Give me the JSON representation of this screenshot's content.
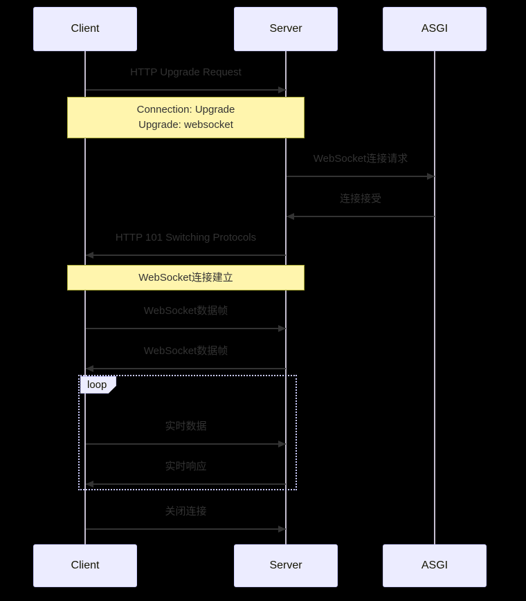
{
  "diagram": {
    "type": "sequence-diagram",
    "background_color": "#000000",
    "actor_fill": "#ECECFF",
    "actor_stroke": "#CCCCFF",
    "note_fill": "#FFF5AD",
    "note_stroke": "#AAAA33",
    "line_color": "#333333",
    "lifeline_color": "#E8DFF5"
  },
  "participants": [
    {
      "id": "client",
      "label": "Client"
    },
    {
      "id": "server",
      "label": "Server"
    },
    {
      "id": "asgi",
      "label": "ASGI"
    }
  ],
  "participants_bottom": [
    {
      "id": "client",
      "label": "Client"
    },
    {
      "id": "server",
      "label": "Server"
    },
    {
      "id": "asgi",
      "label": "ASGI"
    }
  ],
  "messages": [
    {
      "id": "m1",
      "from": "client",
      "to": "server",
      "label": "HTTP Upgrade Request",
      "direction": "right"
    },
    {
      "id": "m2",
      "from": "server",
      "to": "asgi",
      "label": "WebSocket连接请求",
      "direction": "right"
    },
    {
      "id": "m3",
      "from": "asgi",
      "to": "server",
      "label": "连接接受",
      "direction": "left"
    },
    {
      "id": "m4",
      "from": "server",
      "to": "client",
      "label": "HTTP 101 Switching Protocols",
      "direction": "left"
    },
    {
      "id": "m5",
      "from": "client",
      "to": "server",
      "label": "WebSocket数据帧",
      "direction": "right"
    },
    {
      "id": "m6",
      "from": "server",
      "to": "client",
      "label": "WebSocket数据帧",
      "direction": "left"
    },
    {
      "id": "m7",
      "from": "client",
      "to": "server",
      "label": "实时数据",
      "direction": "right"
    },
    {
      "id": "m8",
      "from": "server",
      "to": "client",
      "label": "实时响应",
      "direction": "left"
    },
    {
      "id": "m9",
      "from": "client",
      "to": "server",
      "label": "关闭连接",
      "direction": "right"
    }
  ],
  "notes": [
    {
      "id": "n1",
      "lines": [
        "Connection: Upgrade",
        "Upgrade: websocket"
      ]
    },
    {
      "id": "n2",
      "lines": [
        "WebSocket连接建立"
      ]
    }
  ],
  "blocks": [
    {
      "id": "loop1",
      "kind": "loop",
      "label": "loop"
    }
  ]
}
